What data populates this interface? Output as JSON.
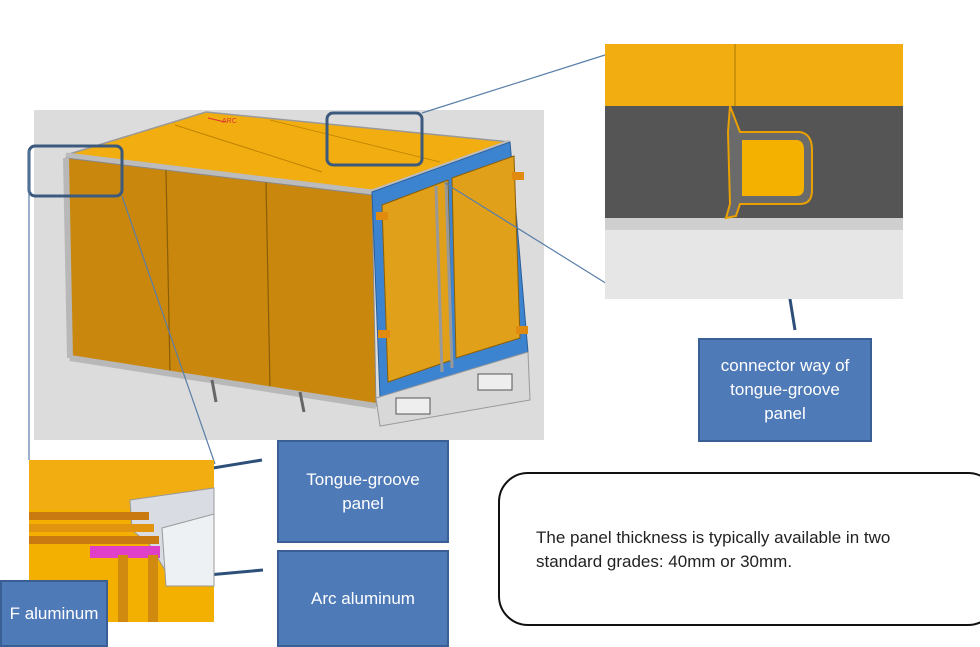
{
  "labels": {
    "connector": "connector way of tongue-groove panel",
    "tongue_groove": "Tongue-groove panel",
    "arc_aluminum": "Arc aluminum",
    "f_aluminum": "F aluminum"
  },
  "note": "The panel thickness is typically available in two standard grades: 40mm or 30mm.",
  "model_marker": "ARC",
  "colors": {
    "panel": "#f0a800",
    "panel_side": "#c88a10",
    "frame_blue": "#3d84d0",
    "label_fill": "#4f7ab8",
    "callout_border": "#3c5a7e",
    "groove_gray": "#555555"
  }
}
